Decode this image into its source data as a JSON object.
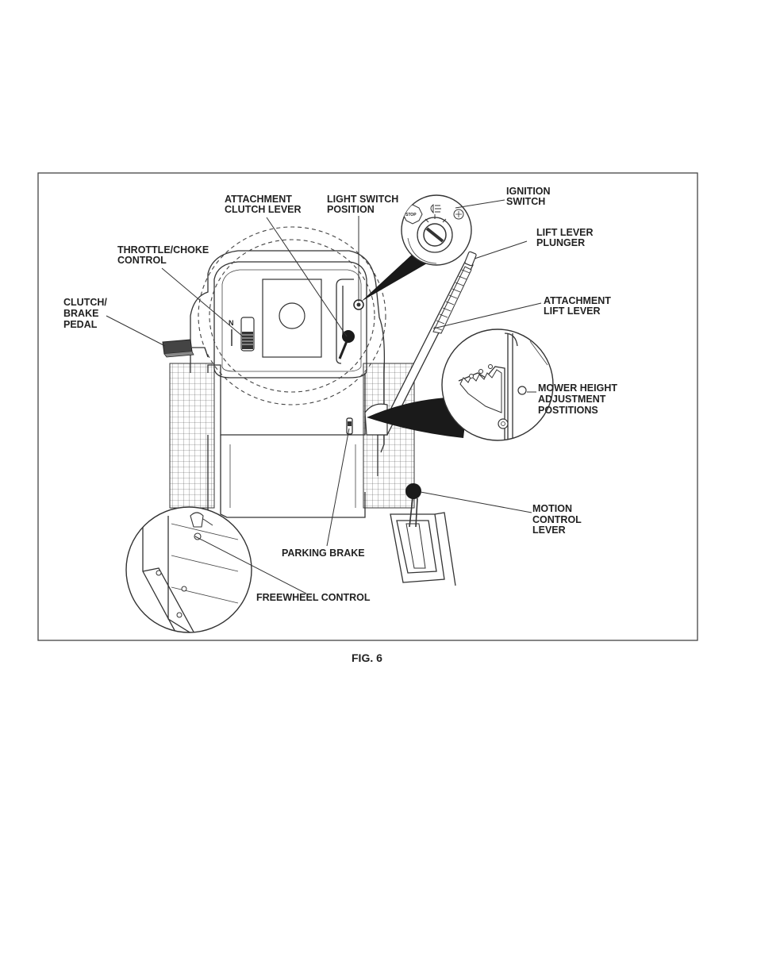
{
  "figure_caption": "FIG. 6",
  "labels": {
    "attachment_clutch_lever": [
      "ATTACHMENT",
      "CLUTCH LEVER"
    ],
    "light_switch_position": [
      "LIGHT SWITCH",
      "POSITION"
    ],
    "ignition_switch": [
      "IGNITION",
      "SWITCH"
    ],
    "throttle_choke_control": [
      "THROTTLE/CHOKE",
      "CONTROL"
    ],
    "lift_lever_plunger": [
      "LIFT LEVER",
      "PLUNGER"
    ],
    "clutch_brake_pedal": [
      "CLUTCH/",
      "BRAKE",
      "PEDAL"
    ],
    "attachment_lift_lever": [
      "ATTACHMENT",
      "LIFT LEVER"
    ],
    "mower_height_adjustment": [
      "MOWER HEIGHT",
      "ADJUSTMENT",
      "POSTITIONS"
    ],
    "motion_control_lever": [
      "MOTION",
      "CONTROL",
      "LEVER"
    ],
    "parking_brake": "PARKING BRAKE",
    "freewheel_control": "FREEWHEEL CONTROL"
  },
  "ignition_stop_text": "STOP",
  "throttle_mark": "N"
}
